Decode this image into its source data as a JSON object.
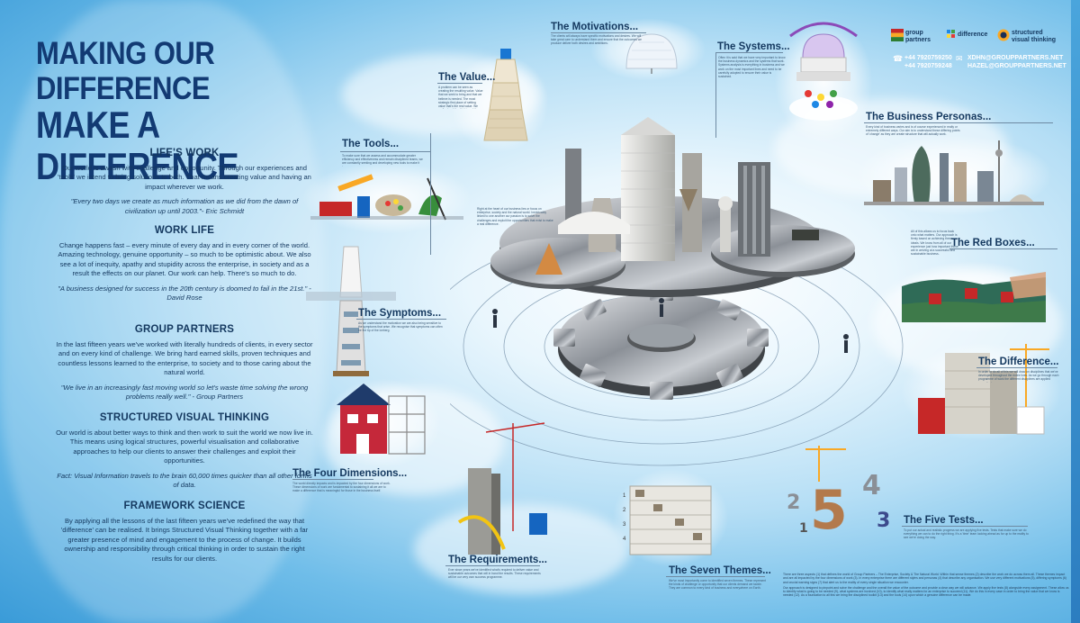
{
  "headline": {
    "line1": "MAKING OUR DIFFERENCE",
    "line2": "MAKE A DIFFERENCE"
  },
  "sections": [
    {
      "title": "LIFE'S WORK",
      "body": "Our world is awash with challenge and opportunity. Through our experiences and 'tools' we intend to bring solutions to both. That means creating value and having an impact wherever we work.",
      "quote": "\"Every two days we create as much information as we did from the dawn of civilization up until 2003.\"- Eric Schmidt"
    },
    {
      "title": "WORK LIFE",
      "body": "Change happens fast – every minute of every day and in every corner of the world. Amazing technology, genuine opportunity – so much to be optimistic about. We also see a lot of inequity, apathy and stupidity across the enterprise, in society and as a result the effects on our planet. Our work can help. There's so much to do.",
      "quote": "\"A business designed for success in the 20th century is doomed to fail in the 21st.\" - David Rose"
    },
    {
      "title": "GROUP PARTNERS",
      "body": "In the last fifteen years we've worked with literally hundreds of clients, in every sector and on every kind of challenge. We bring hard earned skills, proven techniques and countless lessons learned to the enterprise, to society and to those caring about the natural world.",
      "quote": "\"We live in an increasingly fast moving world so let's waste time solving the wrong problems really well.\" - Group Partners"
    },
    {
      "title": "STRUCTURED VISUAL THINKING",
      "body": "Our world is about better ways to think and then work to suit the world we now live in. This means using logical structures, powerful visualisation and collaborative approaches to help our clients to answer their challenges and exploit their opportunities.",
      "quote": "Fact: Visual Information travels to the brain 60,000 times quicker than all other forms of data."
    },
    {
      "title": "FRAMEWORK SCIENCE",
      "body": "By applying all the lessons of the last fifteen years we've redefined the way that 'difference' can be realised. It brings Structured Visual Thinking together with a far greater presence of mind and engagement to the process of change. It builds ownership and responsibility through critical thinking in order to sustain the right results for our clients.",
      "quote": ""
    }
  ],
  "labels": {
    "motivations": "The Motivations...",
    "systems": "The Systems...",
    "value": "The Value...",
    "tools": "The Tools...",
    "business_personas": "The Business Personas...",
    "red_boxes": "The Red Boxes...",
    "symptoms": "The Symptoms...",
    "difference": "The Difference...",
    "four_dimensions": "The Four Dimensions...",
    "requirements": "The Requirements...",
    "seven_themes": "The Seven Themes...",
    "five_tests": "The Five Tests..."
  },
  "blurbs": {
    "motivations": "The clients will always have specific motivations and desires. We will take great care to understand them and ensure that the outcomes we produce deliver both desires and ambitions.",
    "systems": "Often it is said that we have very important to know the business dynamics and the systems that work. Systems analysis is everything in business and we work on the most important lines and need to be carefully adopted to ensure their value is sustained.",
    "value": "A problem can be seen as creating the resulting value. Value that we seek to bring and that we believe is needed. The most strategic first place of setting value that's the real value. We really should be thinking of the effect.",
    "tools": "To make sure that we assess and accommodate greater efficiency and effectiveness and remain disciplined teams, we are constantly seeking and developing new tools to make it happen.",
    "business_personas": "Every kind of business varies and is of course experienced in really or extremely different ways. Our aim is to understand these differing points of 'change' as they are create structure that will actually work.",
    "core": "Right at the heart of our business lies or focus on enterprise, society and the natural world. Inextricably linked to one another our passion is to solve the challenges and exploit the opportunities that exist to make a real difference.",
    "focus": "All of this allows us to focus back onto what matters. Our approach is firmly based on achieving these ideals. We know from all of our experience just how important these are in arriving at a successful and sustainable business.",
    "symptoms": "As we understand the motivation we are also being sensitive to the symptoms that arise. We recognise that symptoms can often be the tip of the iceberg.",
    "difference": "In order to do all of this we will draw on disciplines that we've developed throughout the entire lives. As we go through each programme of work the different disciplines are applied accordingly.",
    "four_dimensions": "The world directly impacts and is impacted by the four dimensions of work. These dimensions of work are fundamental to sustaining it all we are to make a difference that is meaningful for those in the business itself.",
    "requirements": "Ever since years we've identified what's required to deliver value and sustainable outcomes that will in hand the results. These requirements will be our very own success programme.",
    "seven_themes": "We've most importantly come to identified seven themes. These represent the kinds of challenge or opportunity that our clients demand we tackle. They are common to every kind of business and everywhere on Earth.",
    "five_tests": "To put our actual and realistic progress we are applying five tests. Tests that make sure we do everything we can to do the right thing. It's a 'time' team looking ahead as for up to the reality to see we're doing the way.",
    "footnote_1": "There are three aspects (1) that defines the world of Group Partners – The Enterprise, Society & The Natural World. Within that sense themes (2) describe the work we do across them all. These themes impact and are all impacted by the four dimensions of work (3). In every enterprise there are different styles and personas (4) that describe any organisation. We use very different motivations (5), differing symptoms (6) and crucial warning signs (7) that alert us to the reality of every single situation we encounter.",
    "footnote_2": "Our approach is designed to pinpoint and solve the challenge and the overall the value of the outcome and provide a clear way we will advance. We apply five tests (8) alongside every assignment. These allow us to identify what is going to be needed (9), what systems are involved (10), to identify what really matters for an enterprise to succeed (11). We do this in every case in order to bring the value that we know is needed (12). As a foundation to all this we bring the disciplined toolkit (13) and the tools (14) upon which a genuine difference can be made."
  },
  "brand": {
    "group": "group partners",
    "difference": "difference",
    "svt": "structured visual thinking"
  },
  "contacts": {
    "phone1": "+44 7920759250",
    "phone2": "+44 7920759248",
    "email1": "XDHN@GROUPPARTNERS.NET",
    "email2": "HAZEL@GROUPPARTNERS.NET"
  },
  "colors": {
    "headline": "#123a73",
    "sky": "#3a9bd8",
    "red_house": "#c5283a",
    "accent_orange": "#e07a1f"
  },
  "icons": [
    "phone-icon",
    "email-icon",
    "gear-icon",
    "tower-icon",
    "igloo-icon",
    "observatory-icon",
    "toolbox-icon",
    "skyline-icon",
    "red-boxes-icon",
    "lighthouse-icon",
    "house-icon",
    "crane-icon",
    "building-icon",
    "numbers-icon",
    "factory-icon"
  ]
}
